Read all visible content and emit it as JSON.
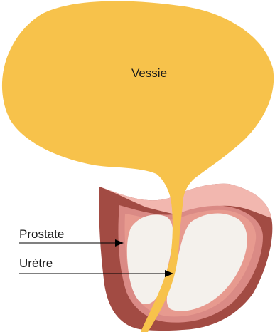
{
  "diagram": {
    "labels": {
      "bladder": "Vessie",
      "prostate": "Prostate",
      "urethra": "Urètre"
    },
    "colors": {
      "bladder": "#F7C24B",
      "capsule_dark": "#A24B43",
      "capsule_light": "#F2B7AF",
      "capsule_mid": "#DA8A85",
      "inner_rim": "#E79A8F",
      "lobe": "#F4F1EC",
      "leader_line": "#000000",
      "text": "#1a1a1a"
    }
  }
}
